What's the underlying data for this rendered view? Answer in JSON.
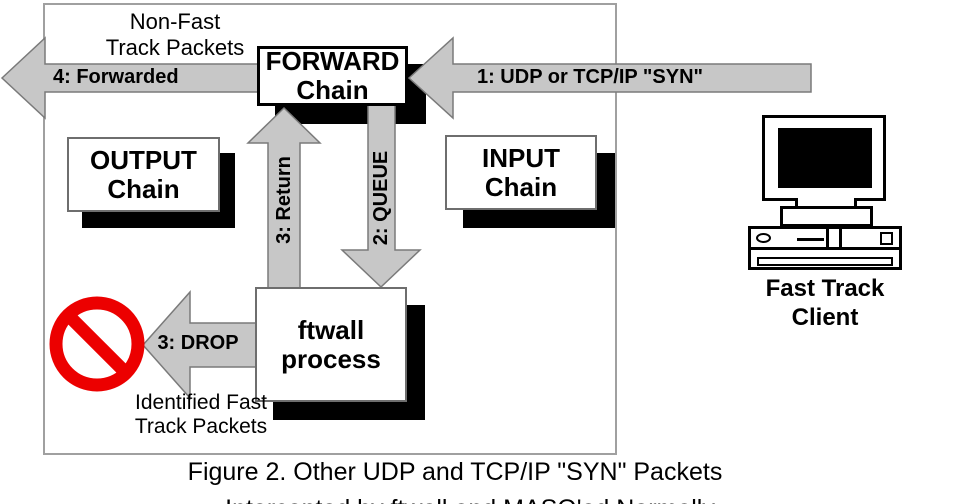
{
  "figure": {
    "caption_line1": "Figure 2. Other UDP and TCP/IP \"SYN\" Packets",
    "caption_line2_partial": "Intercepted by ftwall and MASQ'ed Normally"
  },
  "boxes": {
    "forward_line1": "FORWARD",
    "forward_line2": "Chain",
    "output_line1": "OUTPUT",
    "output_line2": "Chain",
    "input_line1": "INPUT",
    "input_line2": "Chain",
    "ftwall_line1": "ftwall",
    "ftwall_line2": "process"
  },
  "arrows": {
    "step1": "1: UDP or TCP/IP \"SYN\"",
    "step2": "2: QUEUE",
    "step3_return": "3: Return",
    "step3_drop": "3: DROP",
    "step4": "4: Forwarded"
  },
  "notes": {
    "non_fast_line1": "Non-Fast",
    "non_fast_line2": "Track Packets",
    "identified_line1": "Identified Fast",
    "identified_line2": "Track Packets"
  },
  "client": {
    "label_line1": "Fast Track",
    "label_line2": "Client"
  },
  "colors": {
    "arrow_fill": "#c7c7c7",
    "arrow_border": "#7a7a7a",
    "shadow": "#000000",
    "stop_red": "#ec0000",
    "outer_border": "#a0a0a0",
    "forward_border": "#000000",
    "box_border_gray": "#6e6e6e"
  }
}
